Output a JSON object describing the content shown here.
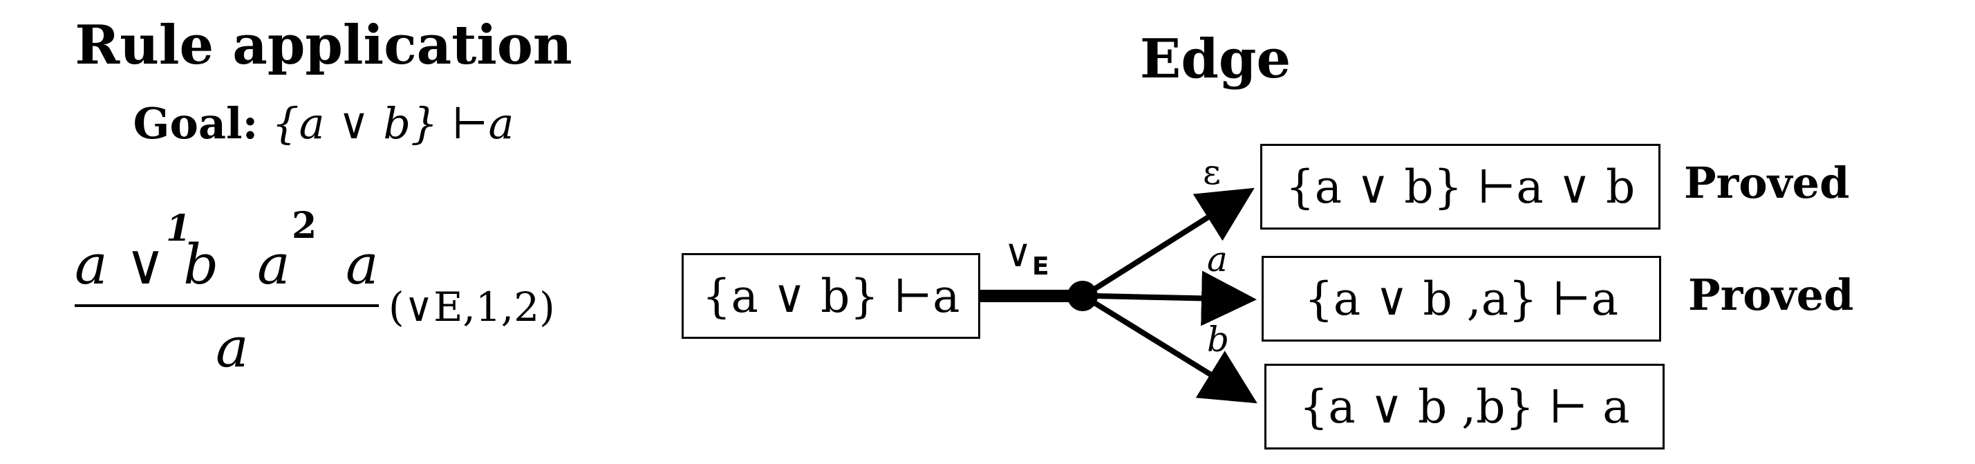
{
  "left_panel": {
    "title": "Rule application",
    "goal_label": "Goal:",
    "goal_formula": "{a ∨ b} ⊢a",
    "premises": [
      "a ∨ b",
      "a",
      "a"
    ],
    "premise_marks": [
      "1",
      "2"
    ],
    "conclusion": "a",
    "rule_label": "(∨E,1,2)"
  },
  "right_panel": {
    "title": "Edge",
    "rule_node": {
      "label": "∨",
      "subscript": "E"
    },
    "source_sequent": "{a ∨ b} ⊢a",
    "targets": [
      {
        "edge_label": "ε",
        "sequent": "{a ∨ b} ⊢a ∨ b",
        "status": "Proved"
      },
      {
        "edge_label": "a",
        "sequent": "{a ∨ b ,a} ⊢a",
        "status": "Proved"
      },
      {
        "edge_label": "b",
        "sequent": "{a ∨ b ,b} ⊢ a",
        "status": ""
      }
    ]
  },
  "colors": {
    "ink": "#000000",
    "background": "#ffffff"
  }
}
